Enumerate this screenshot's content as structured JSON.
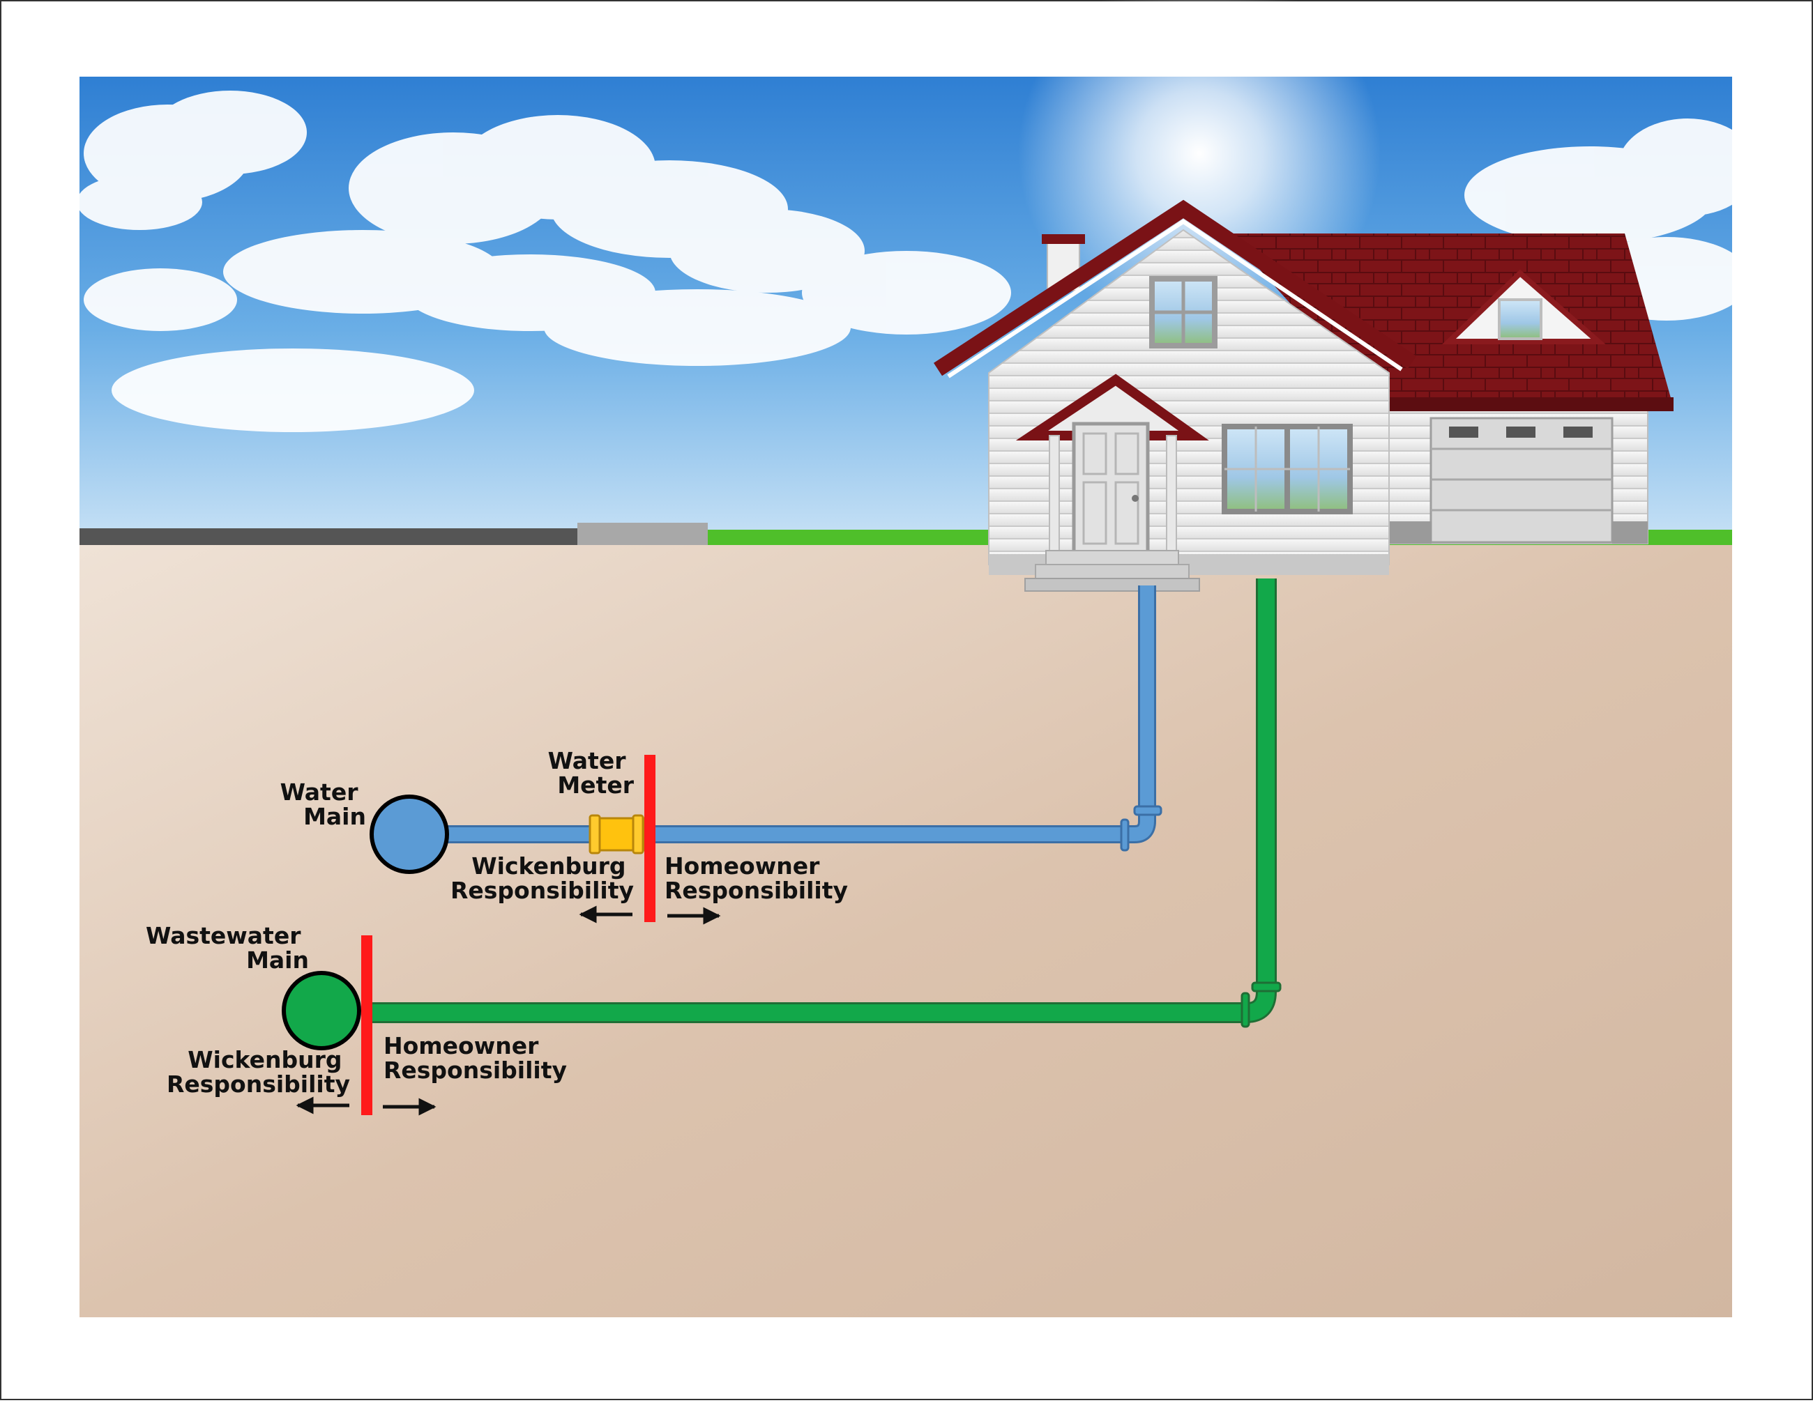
{
  "labels": {
    "water_main": [
      "Water",
      "Main"
    ],
    "water_meter": [
      "Water",
      "Meter"
    ],
    "water_city": [
      "Wickenburg",
      "Responsibility"
    ],
    "water_owner": [
      "Homeowner",
      "Responsibility"
    ],
    "wastewater_main": [
      "Wastewater",
      "Main"
    ],
    "wastewater_city": [
      "Wickenburg",
      "Responsibility"
    ],
    "wastewater_owner": [
      "Homeowner",
      "Responsibility"
    ]
  },
  "colors": {
    "water_pipe": "#5b9bd5",
    "wastewater_pipe": "#12a84a",
    "responsibility_line": "#ff1a1a",
    "meter": "#ffc20e",
    "soil": "#dcc2ad",
    "sky": "#3f8fdc",
    "grass": "#4fbf2a",
    "roof": "#7a1216",
    "house_siding": "#f1f1f1"
  }
}
